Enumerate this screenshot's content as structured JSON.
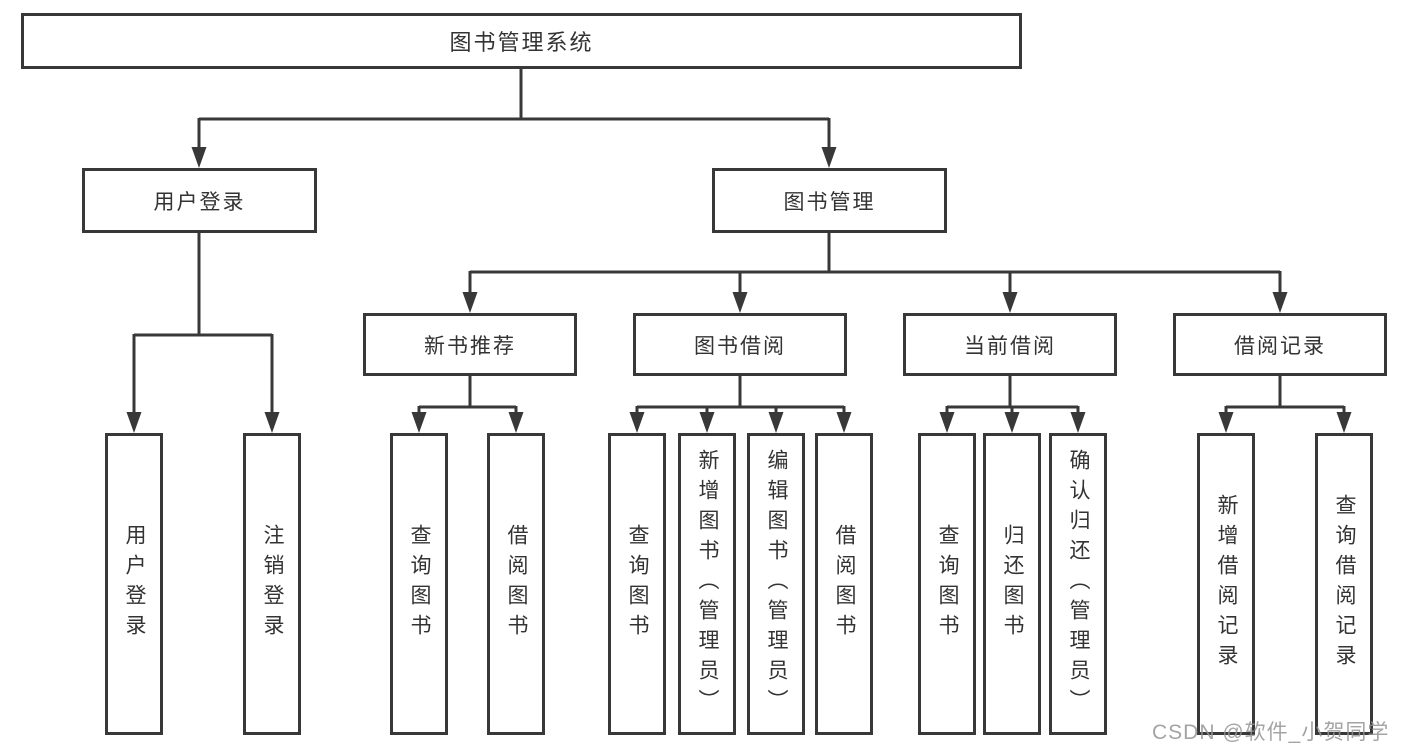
{
  "diagram": {
    "title": "图书管理系统",
    "branches": [
      {
        "label": "用户登录",
        "children": [
          {
            "label": "用户登录"
          },
          {
            "label": "注销登录"
          }
        ]
      },
      {
        "label": "图书管理",
        "groups": [
          {
            "label": "新书推荐",
            "children": [
              {
                "label": "查询图书"
              },
              {
                "label": "借阅图书"
              }
            ]
          },
          {
            "label": "图书借阅",
            "children": [
              {
                "label": "查询图书"
              },
              {
                "label": "新增图书（管理员）"
              },
              {
                "label": "编辑图书（管理员）"
              },
              {
                "label": "借阅图书"
              }
            ]
          },
          {
            "label": "当前借阅",
            "children": [
              {
                "label": "查询图书"
              },
              {
                "label": "归还图书"
              },
              {
                "label": "确认归还（管理员）"
              }
            ]
          },
          {
            "label": "借阅记录",
            "children": [
              {
                "label": "新增借阅记录"
              },
              {
                "label": "查询借阅记录"
              }
            ]
          }
        ]
      }
    ]
  },
  "watermark": "CSDN @软件_小贺同学",
  "colors": {
    "line": "#383838",
    "box_border": "#383838",
    "text": "#333333",
    "background": "#ffffff",
    "watermark": "#949494"
  }
}
